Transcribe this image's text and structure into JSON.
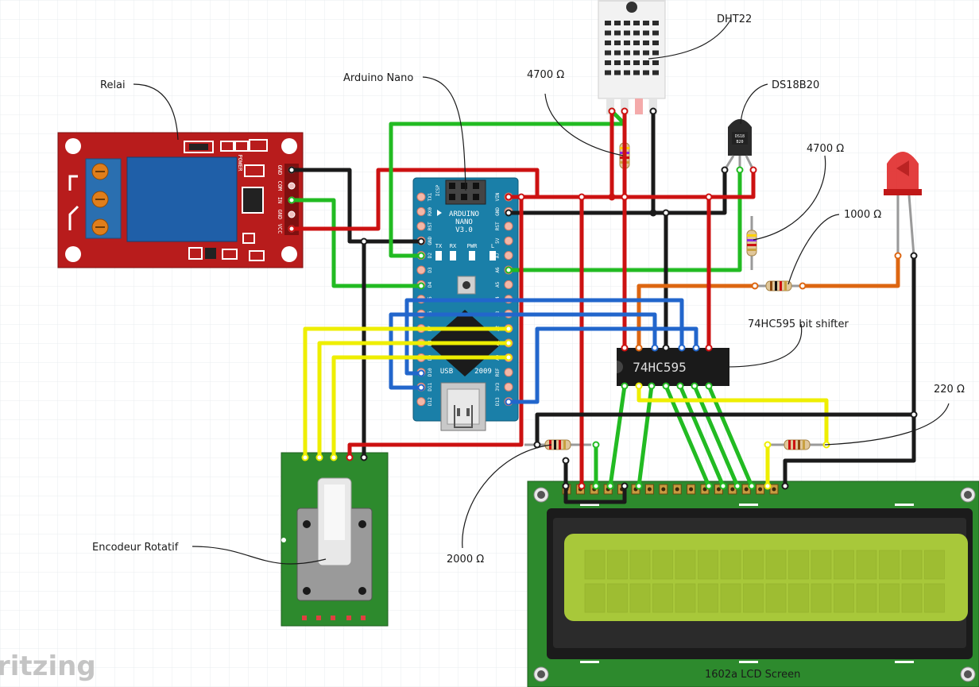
{
  "labels": {
    "relay": "Relai",
    "arduino": "Arduino Nano",
    "dht22": "DHT22",
    "ds18b20": "DS18B20",
    "r_dht": "4700 Ω",
    "r_ds": "4700 Ω",
    "r_led": "1000 Ω",
    "shifter": "74HC595 bit shifter",
    "r_lcd": "220 Ω",
    "r_contrast": "2000 Ω",
    "encoder": "Encodeur Rotatif",
    "lcd": "1602a LCD Screen"
  },
  "relay_board": {
    "pins": [
      "GND",
      "COM",
      "IN",
      "GND",
      "VCC"
    ],
    "power": "POWER"
  },
  "arduino_board": {
    "name": "ARDUINO",
    "model": "NANO",
    "version": "V3.0",
    "icsp": "ICSP",
    "usb": "USB",
    "year": "2009",
    "leds": [
      "TX",
      "RX",
      "PWR",
      "L"
    ],
    "left_pins": [
      "TX1",
      "RX0",
      "RST",
      "GND",
      "D2",
      "D3",
      "D4",
      "D5",
      "D6",
      "D7",
      "D8",
      "D9",
      "D10",
      "D11",
      "D12"
    ],
    "right_pins": [
      "VIN",
      "GND",
      "RST",
      "5V",
      "A7",
      "A6",
      "A5",
      "A4",
      "A3",
      "A2",
      "A1",
      "A0",
      "REF",
      "3V3",
      "D13"
    ]
  },
  "ds18b20_body": "DS18\nB20",
  "chip_label": "74HC595",
  "watermark": "ritzing",
  "colors": {
    "wire_red": "#cc1111",
    "wire_black": "#1a1a1a",
    "wire_green": "#22bb22",
    "wire_blue": "#2266cc",
    "wire_yellow": "#eeee00",
    "wire_orange": "#dd6611",
    "relay_pcb": "#b81c1c",
    "arduino_pcb": "#1a7fa8",
    "lcd_pcb": "#2d8a2d",
    "lcd_screen": "#a8c83a"
  }
}
